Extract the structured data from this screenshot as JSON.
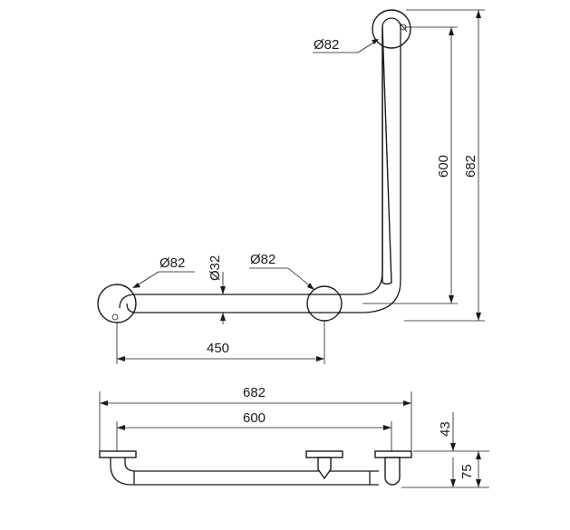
{
  "drawing": {
    "top_view": {
      "flange_top_label": "Ø82",
      "flange_left_label": "Ø82",
      "flange_mid_label": "Ø82",
      "tube_label": "Ø32",
      "dim_horizontal_label": "450",
      "dim_vertical_inner_label": "600",
      "dim_vertical_outer_label": "682"
    },
    "side_view": {
      "dim_overall_label": "682",
      "dim_inner_label": "600",
      "dim_offset_label": "43",
      "dim_depth_label": "75"
    }
  }
}
